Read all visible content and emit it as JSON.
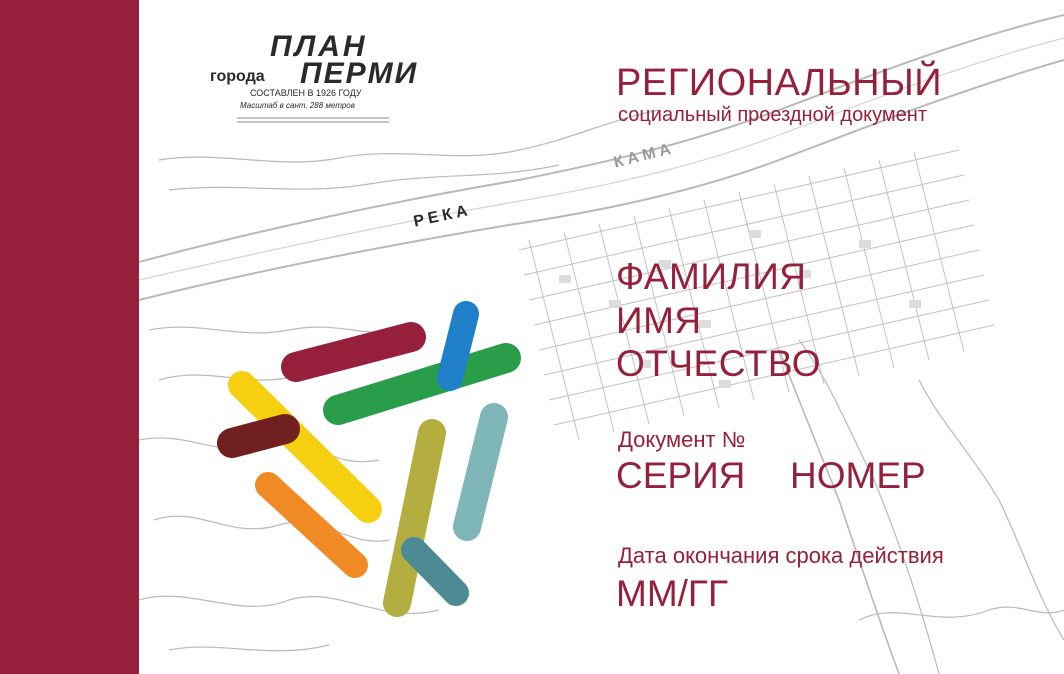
{
  "card": {
    "title": "РЕГИОНАЛЬНЫЙ",
    "subtitle": "социальный проездной документ",
    "holder": {
      "surname": "ФАМИЛИЯ",
      "name": "ИМЯ",
      "patronymic": "ОТЧЕСТВО"
    },
    "document": {
      "label": "Документ №",
      "series": "СЕРИЯ",
      "number": "НОМЕР"
    },
    "expiry": {
      "label": "Дата окончания срока действия",
      "value": "ММ/ГГ"
    }
  },
  "map": {
    "heading_line1": "ПЛАН",
    "heading_city_prefix": "города",
    "heading_city": "ПЕРМИ",
    "compiled_note": "СОСТАВЛЕН В 1926 ГОДУ",
    "scale_note": "Масштаб в сант. 288 метров",
    "river_label": "РЕКА",
    "river_name": "КАМА"
  },
  "colors": {
    "brand": "#96203b",
    "logo_stripes": [
      "#96203b",
      "#2a9d4a",
      "#1f7fc9",
      "#f5cf10",
      "#70201e",
      "#f08a24",
      "#b4ad40",
      "#7fb6b8",
      "#4c8a94"
    ]
  }
}
